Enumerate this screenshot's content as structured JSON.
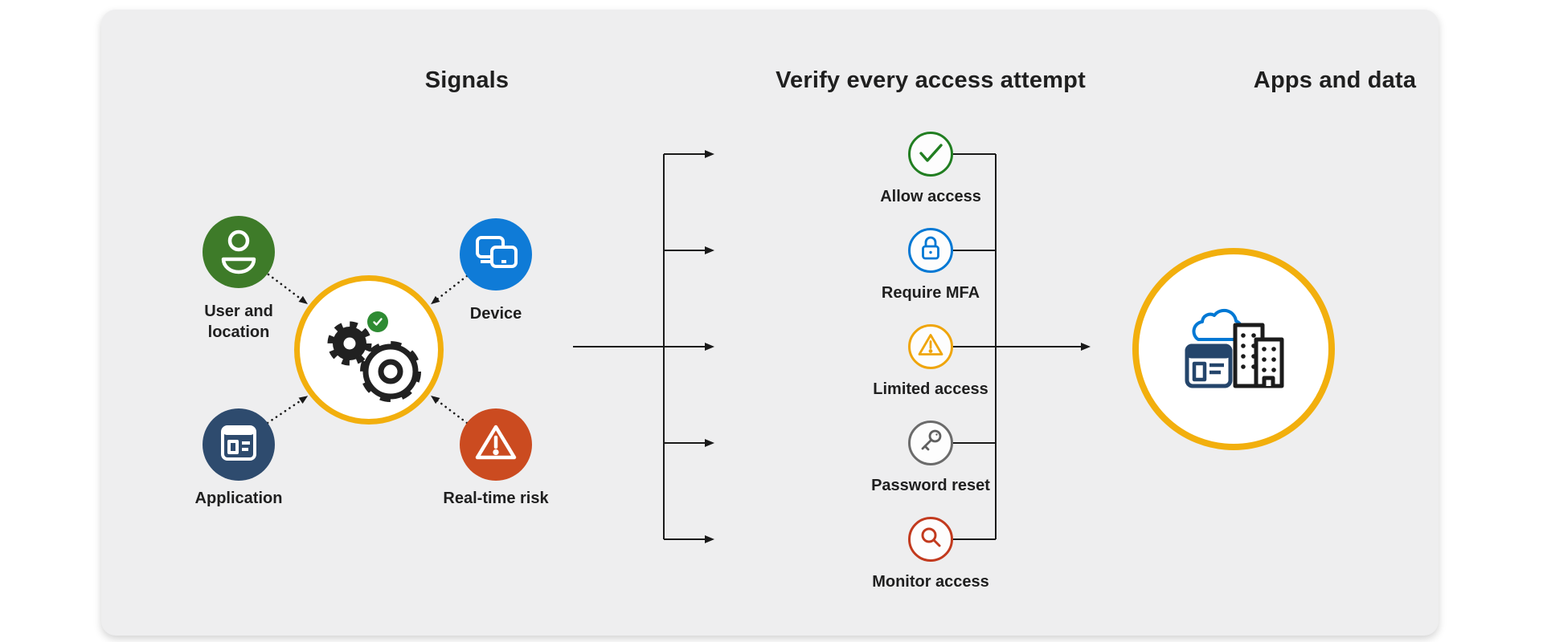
{
  "diagram": {
    "titles": {
      "signals": "Signals",
      "verify": "Verify every access attempt",
      "apps": "Apps and data"
    },
    "signals": {
      "hub": {
        "icon": "gears-icon",
        "badge_icon": "check-badge-icon",
        "ring_color": "#F2AF0D",
        "badge_color": "#2E8B33",
        "gear_color": "#212121"
      },
      "items": [
        {
          "id": "user-location",
          "label": "User and location",
          "icon": "person-icon",
          "color": "#3E7B29"
        },
        {
          "id": "device",
          "label": "Device",
          "icon": "devices-icon",
          "color": "#0F7BD7"
        },
        {
          "id": "application",
          "label": "Application",
          "icon": "app-window-icon",
          "color": "#2E4B6E"
        },
        {
          "id": "realtime-risk",
          "label": "Real-time risk",
          "icon": "warning-triangle-icon",
          "color": "#CB4B20"
        }
      ]
    },
    "verify": {
      "outcomes": [
        {
          "label": "Allow access",
          "icon": "check-icon",
          "color": "#217E21"
        },
        {
          "label": "Require MFA",
          "icon": "lock-icon",
          "color": "#0078D4"
        },
        {
          "label": "Limited access",
          "icon": "warning-icon",
          "color": "#EFA50B"
        },
        {
          "label": "Password reset",
          "icon": "key-icon",
          "color": "#5F5F5F"
        },
        {
          "label": "Monitor access",
          "icon": "magnifier-icon",
          "color": "#C23A1E"
        }
      ]
    },
    "apps": {
      "icons": [
        "cloud-icon",
        "app-window-icon",
        "buildings-icon"
      ],
      "ring_color": "#F2AF0D",
      "cloud_color": "#0078D4",
      "window_color": "#24456B",
      "building_color": "#1B1B1B"
    },
    "colors": {
      "page_background": "#FFFFFF",
      "card_background": "#EEEEEF",
      "connector": "#1A1A1A",
      "text": "#1F1F1F"
    }
  }
}
